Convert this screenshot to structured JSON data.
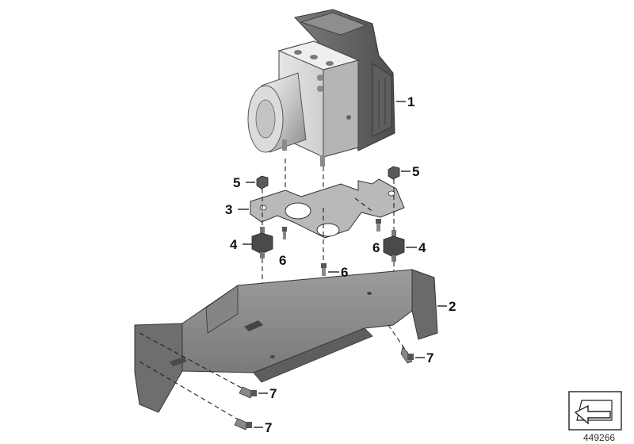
{
  "callouts": [
    {
      "id": "1",
      "text": "1"
    },
    {
      "id": "2",
      "text": "2"
    },
    {
      "id": "3",
      "text": "3"
    },
    {
      "id": "4",
      "text": "4"
    },
    {
      "id": "5",
      "text": "5"
    },
    {
      "id": "6",
      "text": "6"
    },
    {
      "id": "7",
      "text": "7"
    }
  ],
  "document_number": "449266",
  "icons": {
    "stamp": "document-arrow-icon"
  },
  "colors": {
    "part_dark": "#6f6f6f",
    "part_mid": "#9a9a9a",
    "part_light": "#d4d4d4",
    "line": "#111111"
  }
}
